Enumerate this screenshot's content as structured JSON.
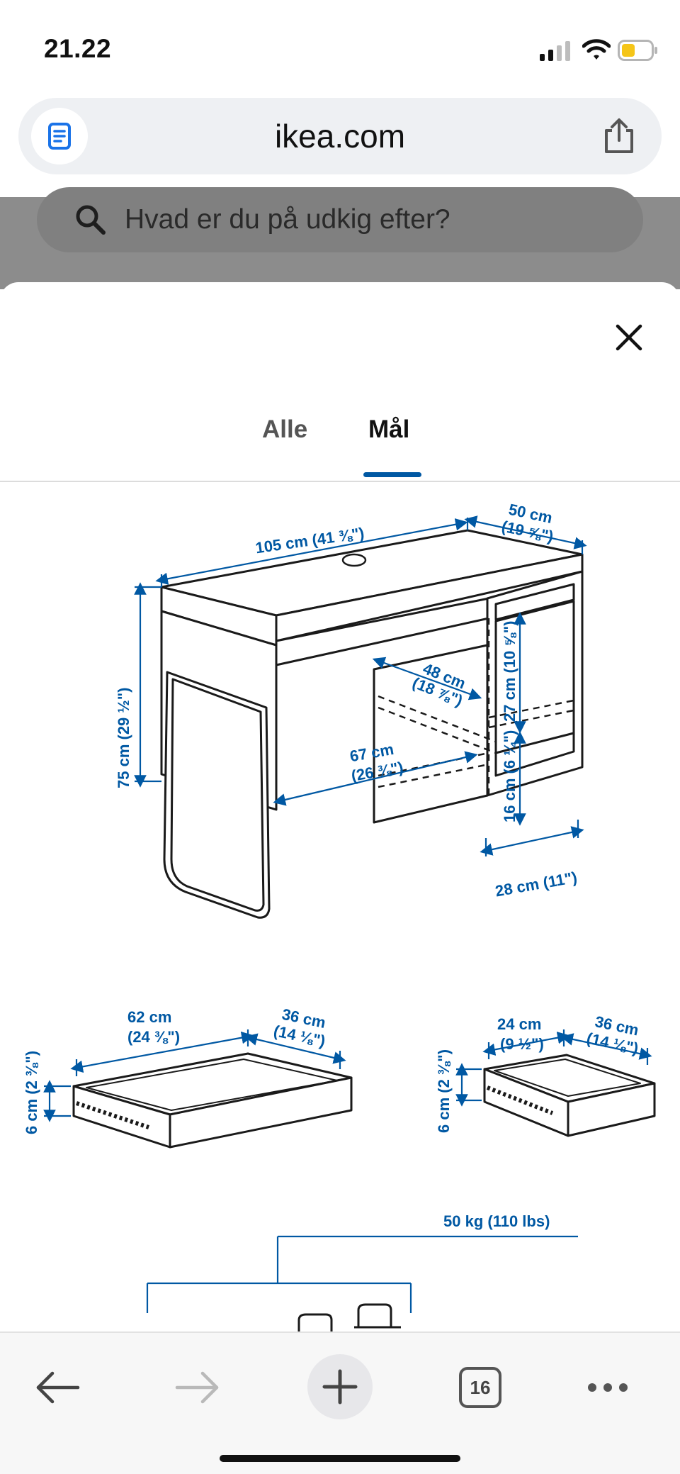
{
  "status_bar": {
    "time": "21.22",
    "battery_color": "#f5c518"
  },
  "browser": {
    "url": "ikea.com"
  },
  "search": {
    "placeholder": "Hvad er du på udkig efter?"
  },
  "tabs": [
    {
      "label": "Alle",
      "active": false
    },
    {
      "label": "Mål",
      "active": true
    }
  ],
  "accent_color": "#0058a3",
  "dimensions": {
    "width": "105 cm (41 ⅜\")",
    "depth_line1": "50 cm",
    "depth_line2": "(19 ⅝\")",
    "height": "75 cm (29 ½\")",
    "shelf_depth_line1": "48 cm",
    "shelf_depth_line2": "(18 ⅞\")",
    "shelf_upper": "27 cm (10 ⅝\")",
    "shelf_lower": "16 cm (6 ¼\")",
    "legroom_line1": "67 cm",
    "legroom_line2": "(26 ⅜\")",
    "cabinet_depth": "28 cm (11\")"
  },
  "drawer_large": {
    "width_line1": "62 cm",
    "width_line2": "(24 ⅜\")",
    "depth_line1": "36 cm",
    "depth_line2": "(14 ⅛\")",
    "height": "6 cm (2 ⅜\")"
  },
  "drawer_small": {
    "width_line1": "24 cm",
    "width_line2": "(9 ½\")",
    "depth_line1": "36 cm",
    "depth_line2": "(14 ⅛\")",
    "height": "6 cm (2 ⅜\")"
  },
  "load": {
    "label": "50 kg (110 lbs)"
  },
  "toolbar": {
    "tab_count": "16"
  }
}
